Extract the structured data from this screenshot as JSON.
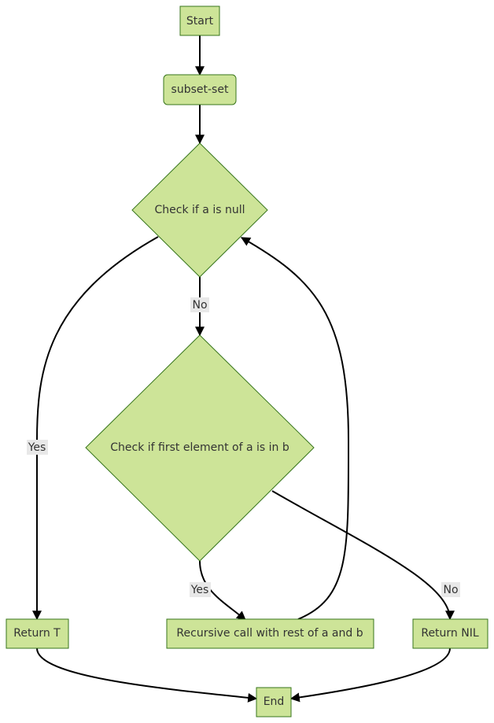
{
  "diagram": {
    "nodes": {
      "start": "Start",
      "subset_set": "subset-set",
      "check_null": "Check if a is null",
      "check_first": "Check if first element of a is in b",
      "return_t": "Return T",
      "recursive_call": "Recursive call with rest of a and b",
      "return_nil": "Return NIL",
      "end": "End"
    },
    "edge_labels": {
      "null_no": "No",
      "null_yes": "Yes",
      "first_yes": "Yes",
      "first_no": "No"
    },
    "colors": {
      "node_fill": "#cde498",
      "node_border": "#38761d",
      "edge": "#000000",
      "label_background": "#e8e8e8"
    }
  }
}
